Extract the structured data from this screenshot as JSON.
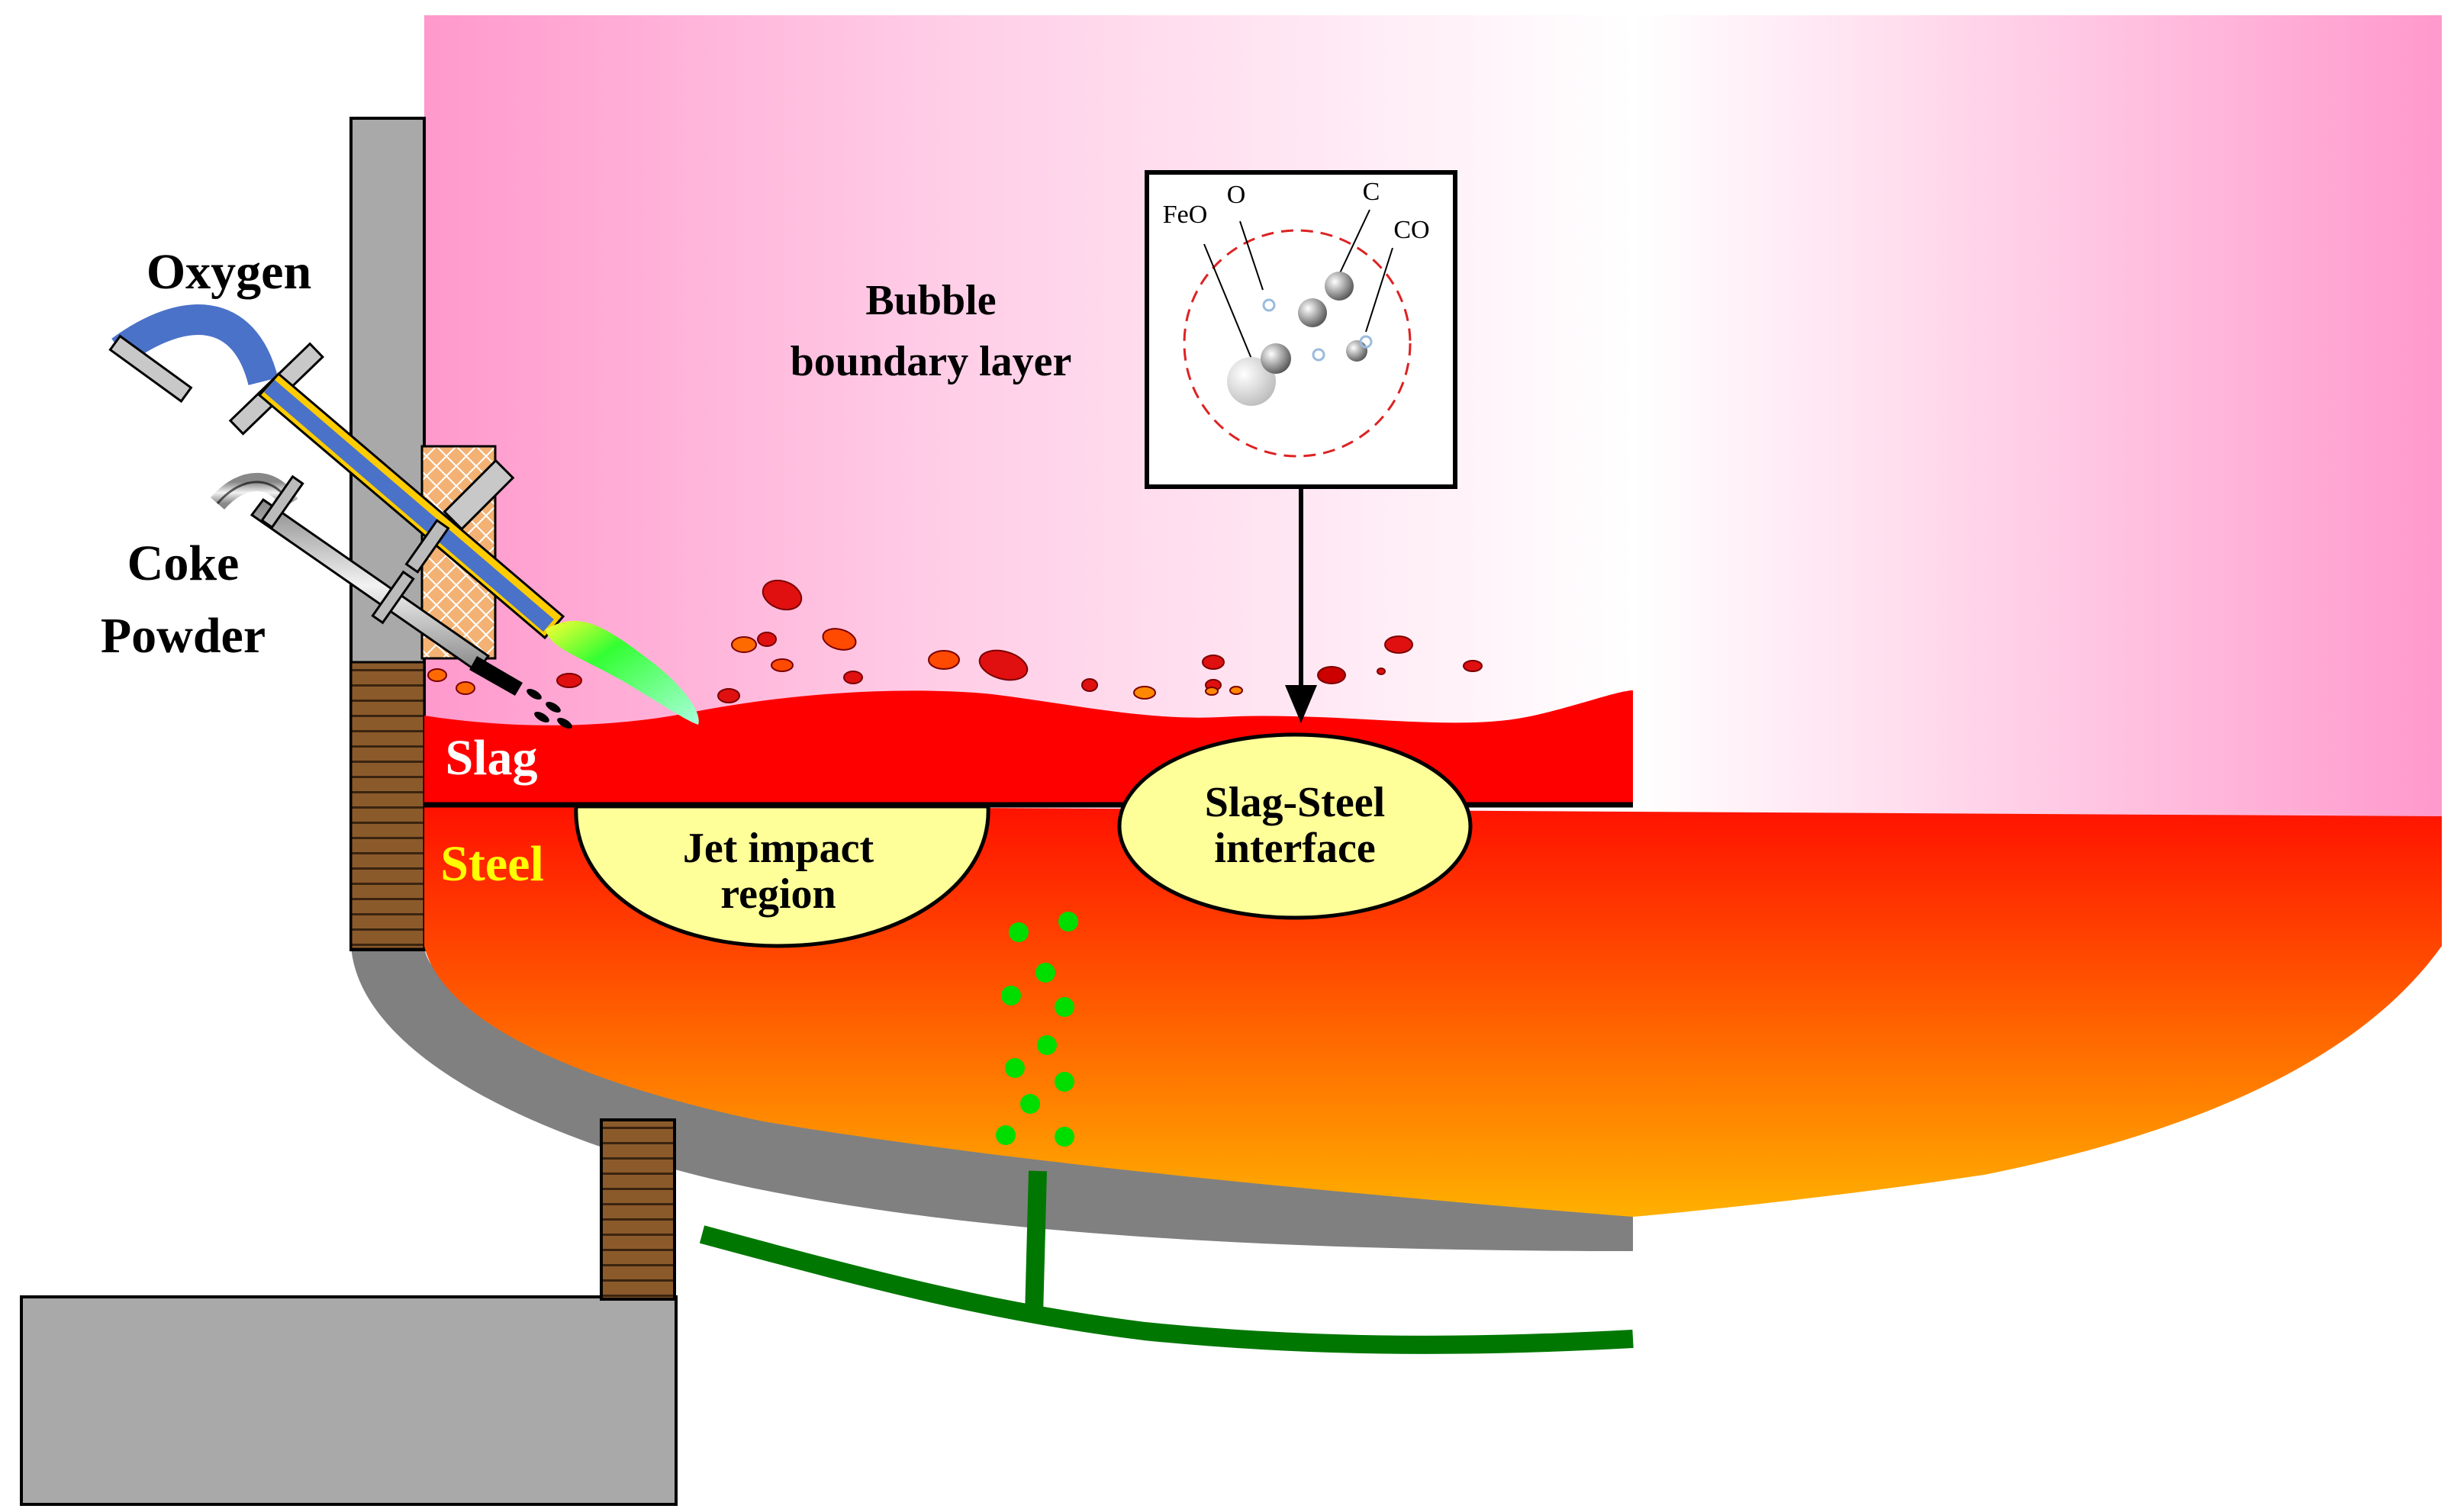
{
  "labels": {
    "oxygen": "Oxygen",
    "coke_line1": "Coke",
    "coke_line2": "Powder",
    "bubble_line1": "Bubble",
    "bubble_line2": "boundary layer",
    "slag": "Slag",
    "steel": "Steel",
    "jet_line1": "Jet impact",
    "jet_line2": "region",
    "interface_line1": "Slag-Steel",
    "interface_line2": "interface",
    "inset_feo": "FeO",
    "inset_o": "O",
    "inset_c": "C",
    "inset_co": "CO"
  },
  "colors": {
    "slag": "#ff0000",
    "steel_top": "#ff2200",
    "steel_bottom": "#ffb000",
    "atmosphere": "#ff99cc",
    "refractory": "#808080",
    "brick": "#8b5a2b",
    "region_fill": "#ffff99",
    "gas_bubbles": "#00dd00",
    "tuyere_pipe": "#007700",
    "lance_oxygen": "#4a72c8",
    "flame": "#33ee33",
    "steel_label": "#ffff00",
    "slag_label": "#ffffff"
  },
  "icons": [
    "oxygen-lance-icon",
    "coke-injector-icon",
    "flame-jet-icon",
    "bubble-inset-icon"
  ]
}
